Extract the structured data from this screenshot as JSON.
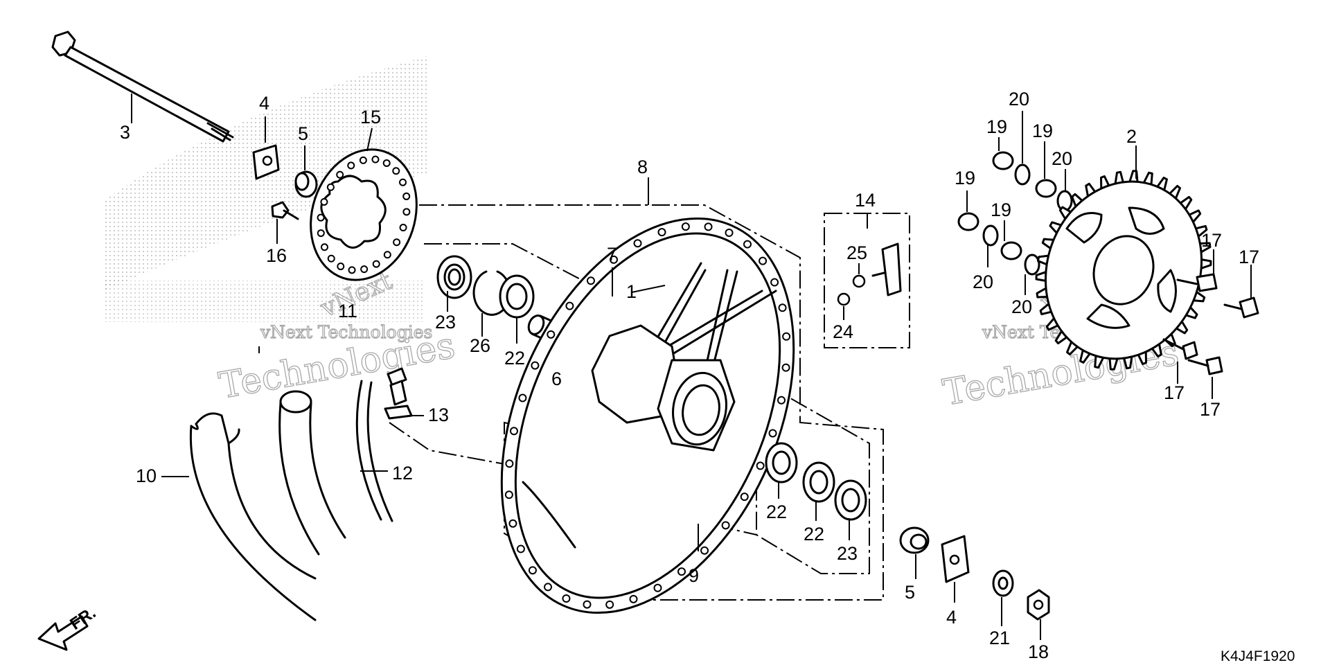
{
  "diagram": {
    "code": "K4J4F1920",
    "direction_label": "FR.",
    "watermark": {
      "brand": "vNext",
      "company": "vNext Technologies",
      "technologies": "Technologies"
    },
    "callouts": {
      "c1": "1",
      "c2": "2",
      "c3": "3",
      "c4a": "4",
      "c4b": "4",
      "c5a": "5",
      "c5b": "5",
      "c6": "6",
      "c7": "7",
      "c8": "8",
      "c9": "9",
      "c10": "10",
      "c11": "11",
      "c12": "12",
      "c13": "13",
      "c14": "14",
      "c15": "15",
      "c16": "16",
      "c17a": "17",
      "c17b": "17",
      "c17c": "17",
      "c17d": "17",
      "c18": "18",
      "c19a": "19",
      "c19b": "19",
      "c19c": "19",
      "c20a": "20",
      "c20b": "20",
      "c20c": "20",
      "c20d": "20",
      "c21": "21",
      "c22a": "22",
      "c22b": "22",
      "c22c": "22",
      "c23a": "23",
      "c23b": "23",
      "c24": "24",
      "c25": "25",
      "c26": "26"
    }
  }
}
